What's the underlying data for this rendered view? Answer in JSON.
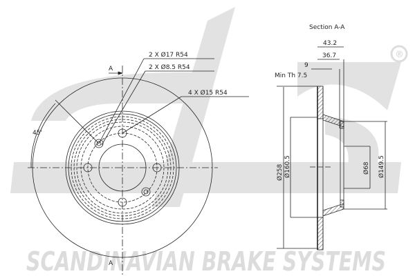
{
  "drawing": {
    "title": "Brake disc technical drawing",
    "section_title": "Section A-A",
    "section_marker": "A",
    "callouts": [
      {
        "text": "2 X Ø17 R54"
      },
      {
        "text": "2 X Ø8.5  R54"
      },
      {
        "text": "4 X Ø15  R54"
      }
    ],
    "angle": "45'",
    "dimensions": {
      "overall_width": "43.2",
      "hat_width": "36.7",
      "disc_thickness": "9",
      "min_thickness": "Min Th 7.5",
      "outer_diameter": "Ø258",
      "hat_outer_diameter": "Ø160.5",
      "center_bore": "Ø68",
      "hat_inner_diameter": "Ø149.5"
    }
  },
  "watermark": {
    "brand_text": "SCANDINAVIAN BRAKE SYSTEMS",
    "logo": "sbs",
    "registered_mark": "®"
  },
  "colors": {
    "line": "#222222",
    "watermark": "#dcdcdc"
  }
}
